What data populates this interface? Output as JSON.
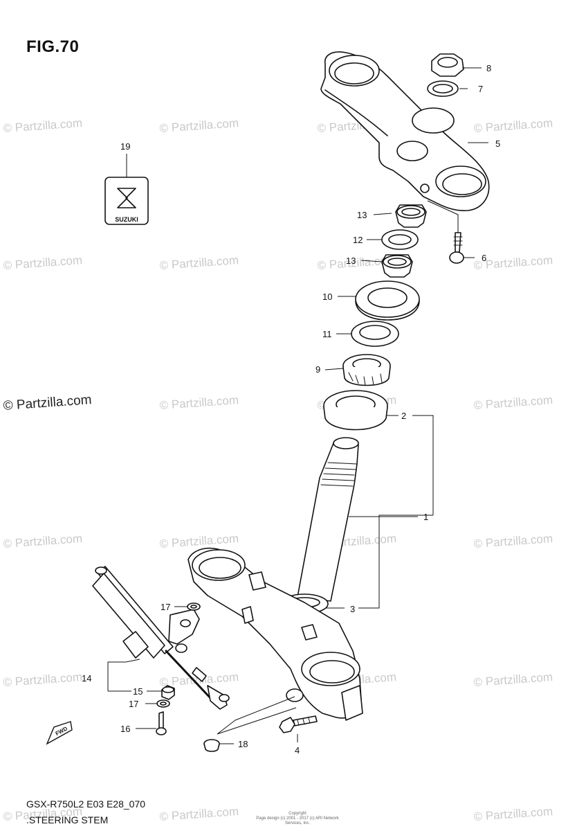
{
  "figure": {
    "title": "FIG.70"
  },
  "footer": {
    "model_code": "GSX-R750L2 E03 E28_070",
    "diagram_name": ".STEERING STEM",
    "copyright_lines": [
      "Copyright",
      "Page design (c) 2001 - 2017 (c) ARI Network Services, Inc."
    ]
  },
  "watermark": {
    "text": "© Partzilla.com",
    "prominent_text": "© Partzilla.com"
  },
  "emblem": {
    "text": "SUZUKI"
  },
  "fwd_badge": {
    "text": "FWD"
  },
  "callouts": [
    {
      "id": "c8",
      "label": "8"
    },
    {
      "id": "c7",
      "label": "7"
    },
    {
      "id": "c5",
      "label": "5"
    },
    {
      "id": "c19",
      "label": "19"
    },
    {
      "id": "c13a",
      "label": "13"
    },
    {
      "id": "c12",
      "label": "12"
    },
    {
      "id": "c13b",
      "label": "13"
    },
    {
      "id": "c6",
      "label": "6"
    },
    {
      "id": "c10",
      "label": "10"
    },
    {
      "id": "c11",
      "label": "11"
    },
    {
      "id": "c9",
      "label": "9"
    },
    {
      "id": "c2",
      "label": "2"
    },
    {
      "id": "c1",
      "label": "1"
    },
    {
      "id": "c3",
      "label": "3"
    },
    {
      "id": "c17a",
      "label": "17"
    },
    {
      "id": "c14",
      "label": "14"
    },
    {
      "id": "c15",
      "label": "15"
    },
    {
      "id": "c17b",
      "label": "17"
    },
    {
      "id": "c16",
      "label": "16"
    },
    {
      "id": "c18",
      "label": "18"
    },
    {
      "id": "c4",
      "label": "4"
    }
  ]
}
